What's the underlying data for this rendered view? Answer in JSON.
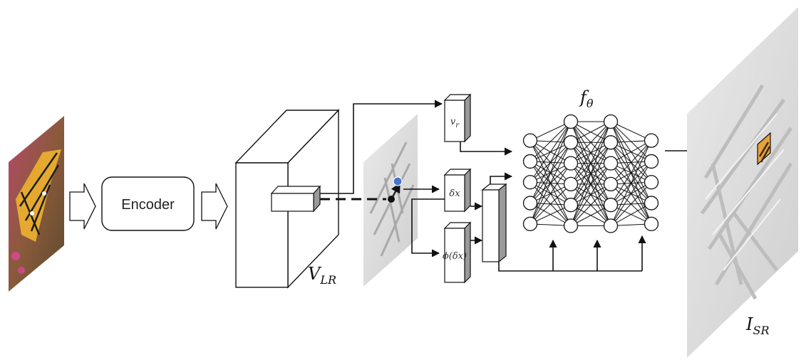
{
  "encoder": {
    "label": "Encoder"
  },
  "labels": {
    "v_lr": {
      "main": "V",
      "sub": "LR"
    },
    "f_theta": {
      "main": "f",
      "sub": "θ"
    },
    "i_sr": {
      "main": "I",
      "sub": "SR"
    }
  },
  "blocks": {
    "v_r": {
      "main": "v",
      "sub": "r"
    },
    "delta_x": "δx",
    "phi_delta_x": "ϕ(δx)"
  },
  "network": {
    "layers": [
      5,
      6,
      6,
      5
    ]
  },
  "colors": {
    "query_point": "#4a73c9",
    "sample_point": "#111111",
    "butterfly_orange": "#e8a23a",
    "stroke": "#111111"
  }
}
